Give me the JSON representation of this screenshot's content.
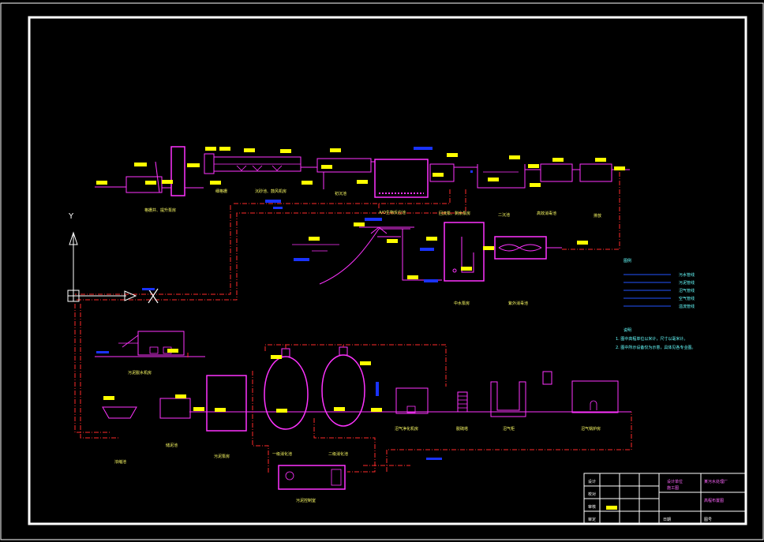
{
  "colors": {
    "background": "#000000",
    "frame": "#ffffff",
    "equipment": "#ff33ff",
    "sludge_pipe": "#ff2a2a",
    "water_line": "#66ffff",
    "tag": "#ffff00",
    "marker": "#1a33ff",
    "legend_text": "#66ffff",
    "legend_line": "#2255ff"
  },
  "axis": {
    "y_label": "Y"
  },
  "labels": {
    "grille_pump": "格栅井、提升泵房",
    "fine_screen": "细格栅",
    "grit_chamber": "沉砂池、鼓风机房",
    "primary_clarifier": "初沉池",
    "ao_tank": "A/O生物反应池",
    "pump_station": "回流泵、剩余泵房",
    "secondary_clarifier": "二沉池",
    "disinfection": "高效消毒池",
    "outfall": "排放",
    "intermediate_pump": "中水泵房",
    "uv": "紫外消毒池",
    "sludge_dewater": "污泥脱水机房",
    "thickener": "浓缩池",
    "storage": "储泥池",
    "sludge_pump": "污泥泵房",
    "digester1": "一级消化池",
    "digester2": "二级消化池",
    "gas_holder_room": "沼气净化机房",
    "desulfur": "脱硫塔",
    "gas_holder": "沼气柜",
    "boiler": "沼气锅炉房",
    "control_room": "污泥控制室"
  },
  "legend": {
    "title": "图例",
    "items": [
      "污水管线",
      "污泥管线",
      "沼气管线",
      "空气管线",
      "溢流管线"
    ]
  },
  "notes": {
    "title": "说明",
    "lines": [
      "1. 图中高程单位以米计，尺寸以毫米计。",
      "2. 图中所示设备仅为示意，具体见各专业图。"
    ]
  },
  "title_block": {
    "project": "某污水处理厂",
    "drawing": "高程布置图",
    "design_unit": "设计单位",
    "stage": "施工图",
    "row_labels": [
      "设计",
      "校对",
      "审核",
      "审定"
    ],
    "footer": [
      "日期",
      "图号"
    ]
  }
}
